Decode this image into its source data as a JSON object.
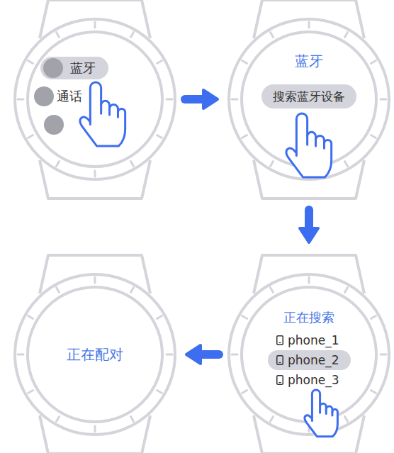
{
  "diagram": {
    "nodes": [
      {
        "text": [
          "通话"
        ]
      },
      {
        "text": [
          "蓝牙"
        ],
        "in": 0
      },
      {
        "text": [
          "蓝牙"
        ]
      },
      {
        "text": [
          "搜索蓝牙设备"
        ],
        "in": 2
      },
      {
        "text": [
          "正在搜索",
          "phone_1",
          "phone_3"
        ]
      },
      {
        "text": [
          "phone_2"
        ],
        "in": 4
      },
      {
        "text": [
          "正在配对"
        ]
      }
    ],
    "edges": [
      {
        "from": 0,
        "to": 2,
        "arrow": "to"
      },
      {
        "from": 2,
        "to": 4,
        "arrow": "to"
      },
      {
        "from": 4,
        "to": 6,
        "arrow": "to"
      }
    ]
  }
}
